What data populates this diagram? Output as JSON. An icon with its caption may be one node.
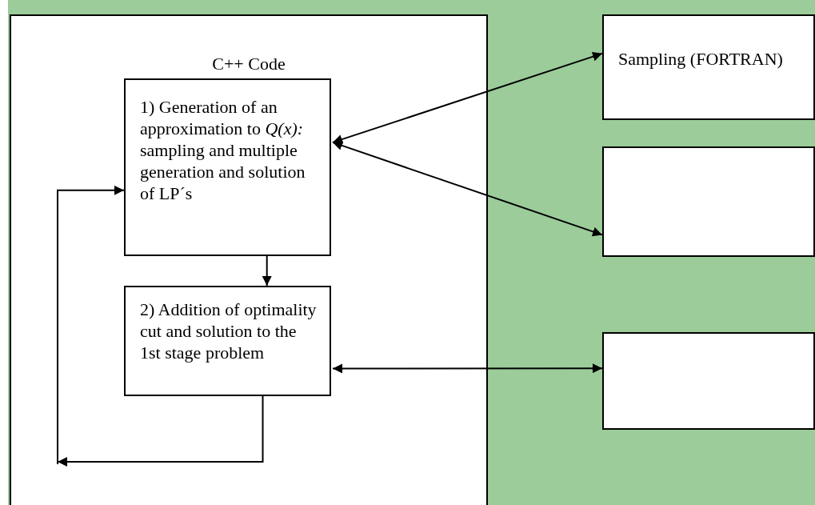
{
  "diagram": {
    "nodes": [
      {
        "text": [
          "C++ Code"
        ]
      },
      {
        "text": [
          "1) Generation of an approximation to *Q(x):* sampling and multiple generation and solution of LP´s"
        ],
        "in": 0
      },
      {
        "text": [
          "2) Addition of optimality cut and solution to the 1st stage problem"
        ],
        "in": 0
      },
      {
        "text": [
          "Sampling (FORTRAN)"
        ]
      },
      {
        "text": [],
        "shape": "box"
      },
      {
        "text": [],
        "shape": "box"
      }
    ],
    "edges": [
      {
        "from": 1,
        "to": 3,
        "arrow": "both"
      },
      {
        "from": 1,
        "to": 4,
        "arrow": "both"
      },
      {
        "from": 1,
        "to": 2,
        "arrow": "to"
      },
      {
        "from": 2,
        "to": 5,
        "arrow": "both"
      },
      {
        "from": 2,
        "to": null,
        "arrow": "to"
      },
      {
        "from": null,
        "to": 1,
        "arrow": "to"
      }
    ]
  }
}
